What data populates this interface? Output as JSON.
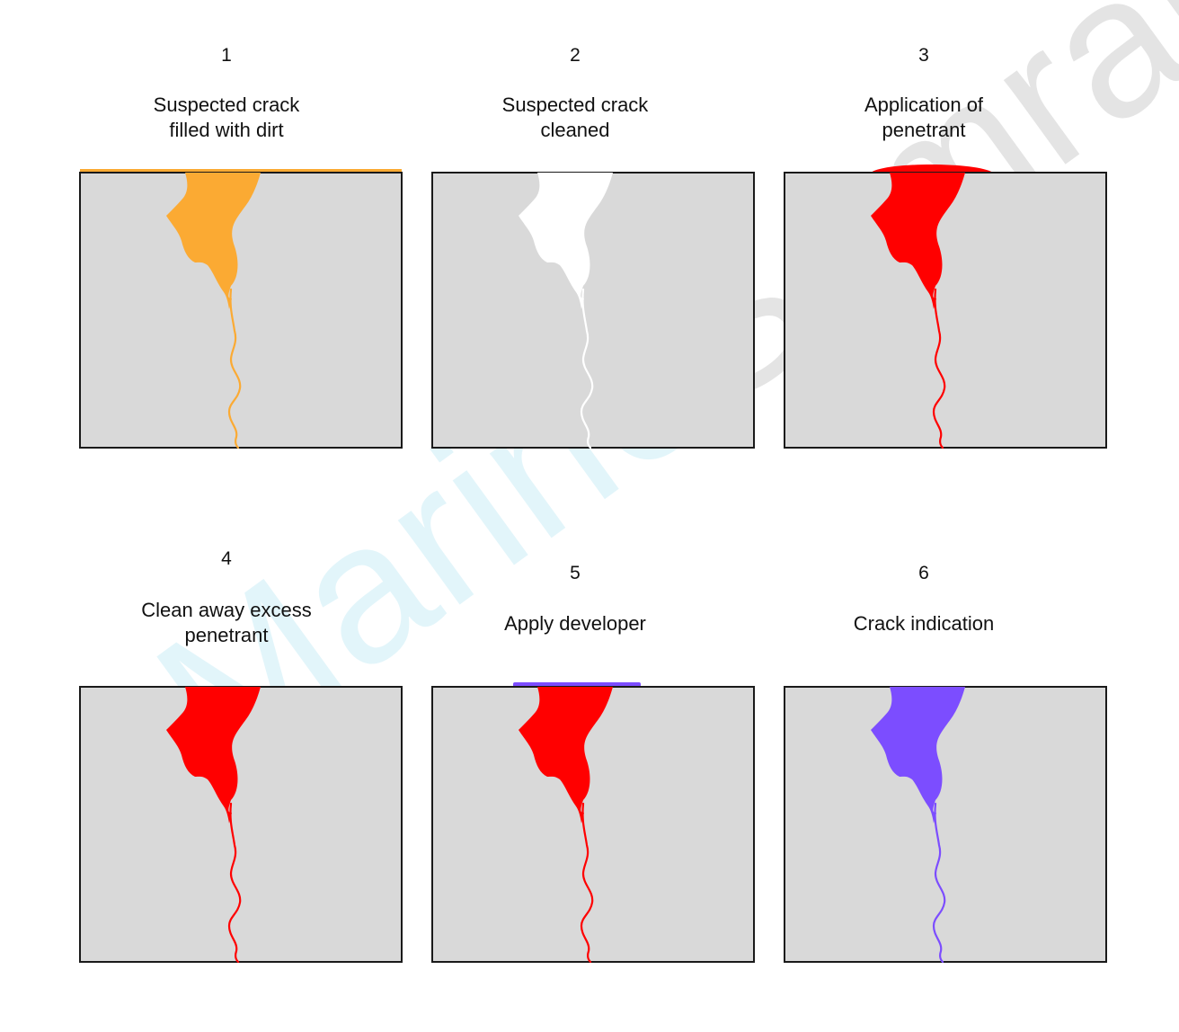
{
  "colors": {
    "background": "#ffffff",
    "panel_fill": "#d9d9d9",
    "panel_border": "#1a1a1a",
    "dirt": "#fbaa33",
    "cleaned": "#ffffff",
    "penetrant": "#ff0000",
    "developer": "#7c4dff"
  },
  "steps": [
    {
      "number": "1",
      "title": "Suspected crack\nfilled with dirt",
      "crack_color": "#fbaa33",
      "surface_layer": "dirt-strip"
    },
    {
      "number": "2",
      "title": "Suspected crack\ncleaned",
      "crack_color": "#ffffff",
      "surface_layer": "none"
    },
    {
      "number": "3",
      "title": "Application of\npenetrant",
      "crack_color": "#ff0000",
      "surface_layer": "penetrant-dome"
    },
    {
      "number": "4",
      "title": "Clean away excess\npenetrant",
      "crack_color": "#ff0000",
      "surface_layer": "none"
    },
    {
      "number": "5",
      "title": "Apply developer",
      "crack_color": "#ff0000",
      "surface_layer": "developer-strip"
    },
    {
      "number": "6",
      "title": "Crack indication",
      "crack_color": "#7c4dff",
      "surface_layer": "none"
    }
  ],
  "watermark": {
    "part_a": "Marine",
    "part_b": "Samraj"
  }
}
